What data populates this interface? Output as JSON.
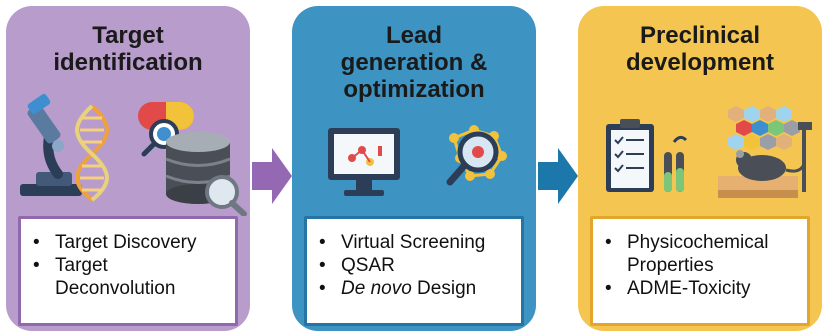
{
  "colors": {
    "stage1_bg": "#b89ccb",
    "stage1_border": "#8f68ad",
    "stage2_bg": "#3d93c2",
    "stage2_border": "#2574a3",
    "stage3_bg": "#f4c651",
    "stage3_border": "#e3a62c",
    "arrow1": "#9568b4",
    "arrow2": "#1c78aa"
  },
  "stages": [
    {
      "title": "Target\nidentification",
      "illustration": [
        "microscope-icon",
        "dna-helix-icon",
        "capsule-magnifier-icon",
        "database-icon",
        "magnifier-icon"
      ],
      "items": [
        "Target Discovery",
        "Target\nDeconvolution"
      ]
    },
    {
      "title": "Lead\ngeneration &\noptimization",
      "illustration": [
        "monitor-molecule-icon",
        "molecule-magnifier-icon"
      ],
      "items": [
        "Virtual Screening",
        "QSAR"
      ],
      "item3_italic": "De novo",
      "item3_rest": " Design"
    },
    {
      "title": "Preclinical\ndevelopment",
      "illustration": [
        "clipboard-checklist-icon",
        "test-tubes-icon",
        "hexagon-grid-icon",
        "lab-rat-icon"
      ],
      "items": [
        "Physicochemical\nProperties",
        "ADME-Toxicity"
      ]
    }
  ],
  "arrows": [
    "right-arrow-icon",
    "right-arrow-icon"
  ]
}
